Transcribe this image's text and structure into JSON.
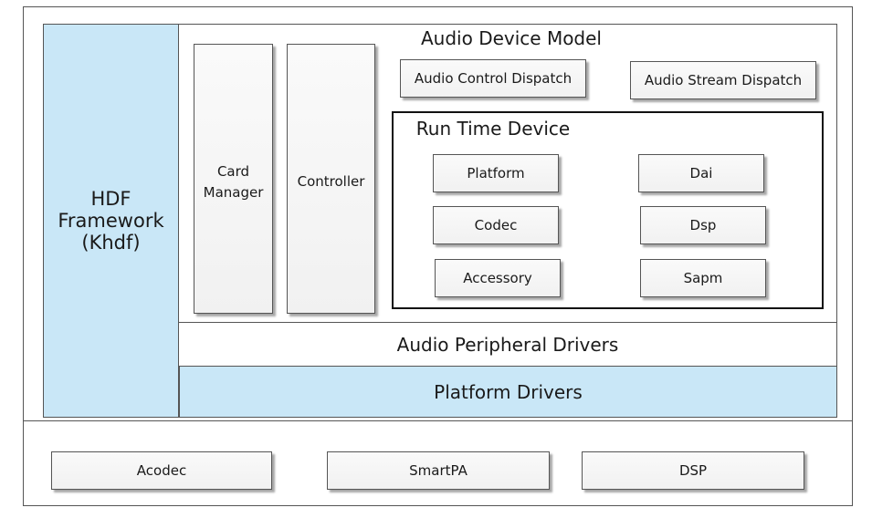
{
  "hdf": {
    "line1": "HDF",
    "line2": "Framework",
    "line3": "(Khdf)"
  },
  "model": {
    "title": "Audio Device Model",
    "card_manager": {
      "line1": "Card",
      "line2": "Manager"
    },
    "controller": "Controller",
    "control_dispatch": "Audio Control Dispatch",
    "stream_dispatch": "Audio Stream Dispatch"
  },
  "runtime": {
    "title": "Run Time Device",
    "items": [
      "Platform",
      "Dai",
      "Codec",
      "Dsp",
      "Accessory",
      "Sapm"
    ]
  },
  "peripheral_drivers": "Audio Peripheral Drivers",
  "platform_drivers": "Platform Drivers",
  "hardware": [
    "Acodec",
    "SmartPA",
    "DSP"
  ],
  "colors": {
    "highlight": "#c9e7f7",
    "border": "#555555"
  }
}
